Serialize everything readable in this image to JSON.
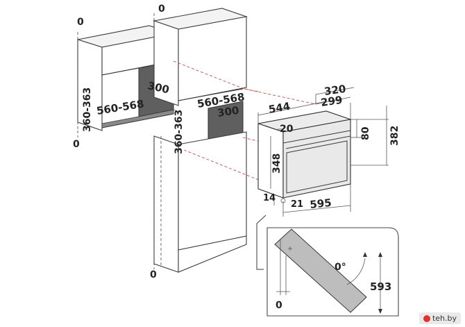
{
  "dimensions": {
    "wall_top_clearance": "0",
    "wall_bottom_clearance": "0",
    "wall_niche_depth": "300",
    "wall_niche_width": "560-568",
    "wall_niche_height": "360-363",
    "tall_top_clearance": "0",
    "tall_niche_width": "560-568",
    "tall_niche_depth": "300",
    "tall_niche_height": "360-363",
    "tall_bottom_clearance": "0",
    "oven_depth_total": "544",
    "oven_depth_outer": "320",
    "oven_depth_inner": "299",
    "oven_top_gap": "20",
    "oven_panel_height": "80",
    "oven_total_height": "382",
    "oven_body_height": "348",
    "oven_side_gap": "14",
    "oven_door_gap": "21",
    "oven_width": "595",
    "door_angle": "0°",
    "door_height": "593",
    "door_base": "0"
  },
  "watermark": {
    "text": "teh.by"
  },
  "colors": {
    "niche": "#5f5f5f",
    "dashed_guides": "#c14b45",
    "watermark_dot": "#e2332a"
  }
}
